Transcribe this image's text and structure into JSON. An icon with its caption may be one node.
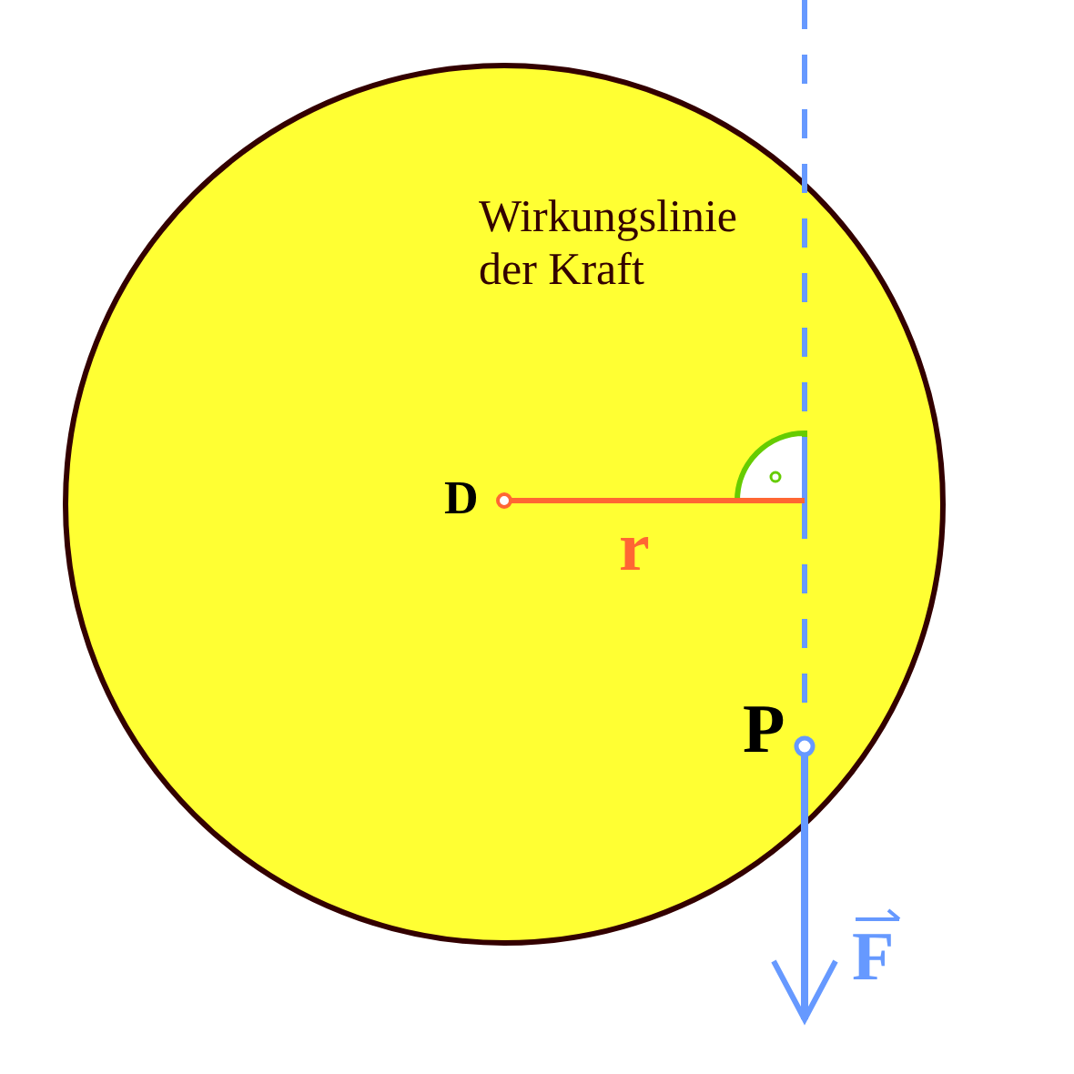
{
  "diagram": {
    "labels": [
      "Wirkungslinie der Kraft",
      "D",
      "r",
      "P",
      "F"
    ]
  }
}
